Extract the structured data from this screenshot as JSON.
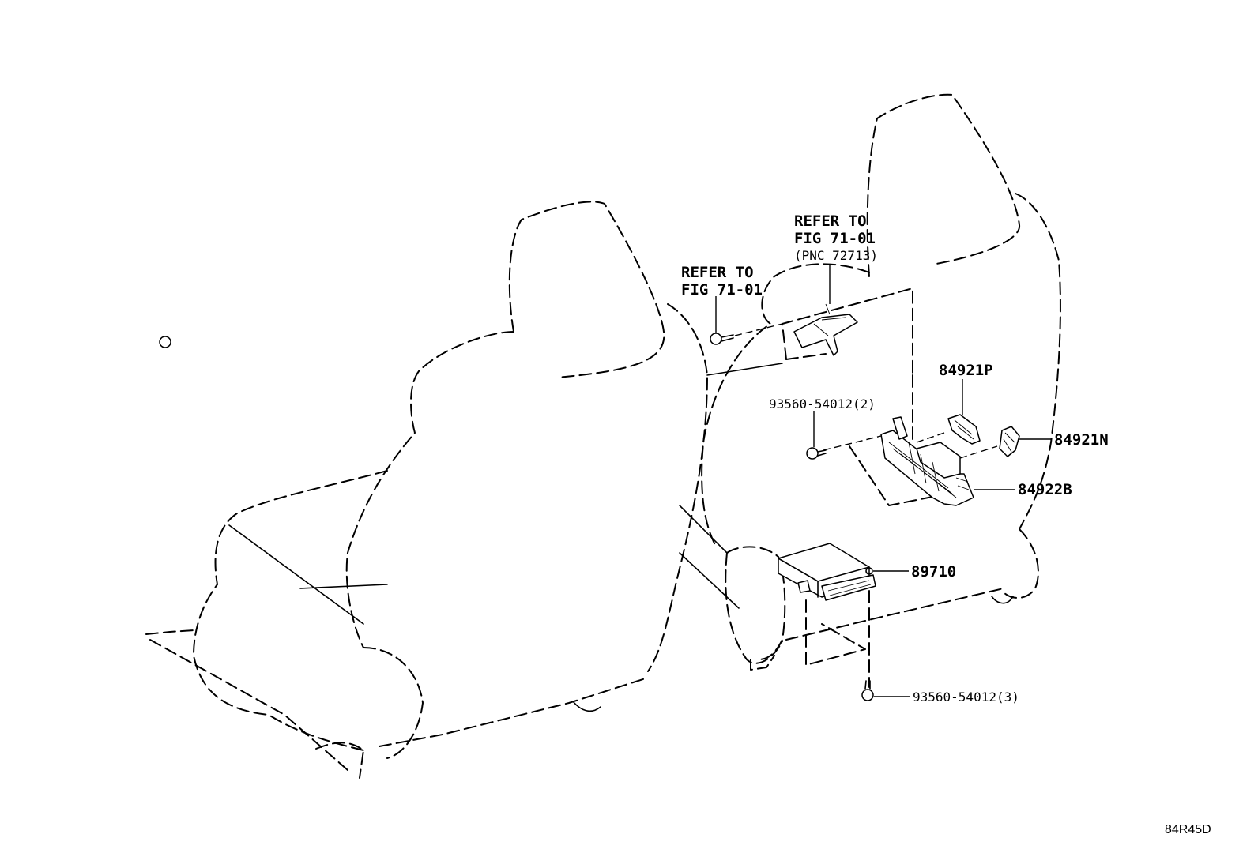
{
  "labels": {
    "refer_left_line1": "REFER TO",
    "refer_left_line2": "FIG 71-01",
    "refer_top_line1": "REFER TO",
    "refer_top_line2": "FIG 71-01",
    "refer_top_line3": "(PNC 72713)",
    "part_84921P": "84921P",
    "part_84921N": "84921N",
    "part_84922B": "84922B",
    "part_89710": "89710",
    "bolt_upper": "93560-54012(2)",
    "bolt_lower": "93560-54012(3)"
  },
  "diagram_code": "84R45D"
}
